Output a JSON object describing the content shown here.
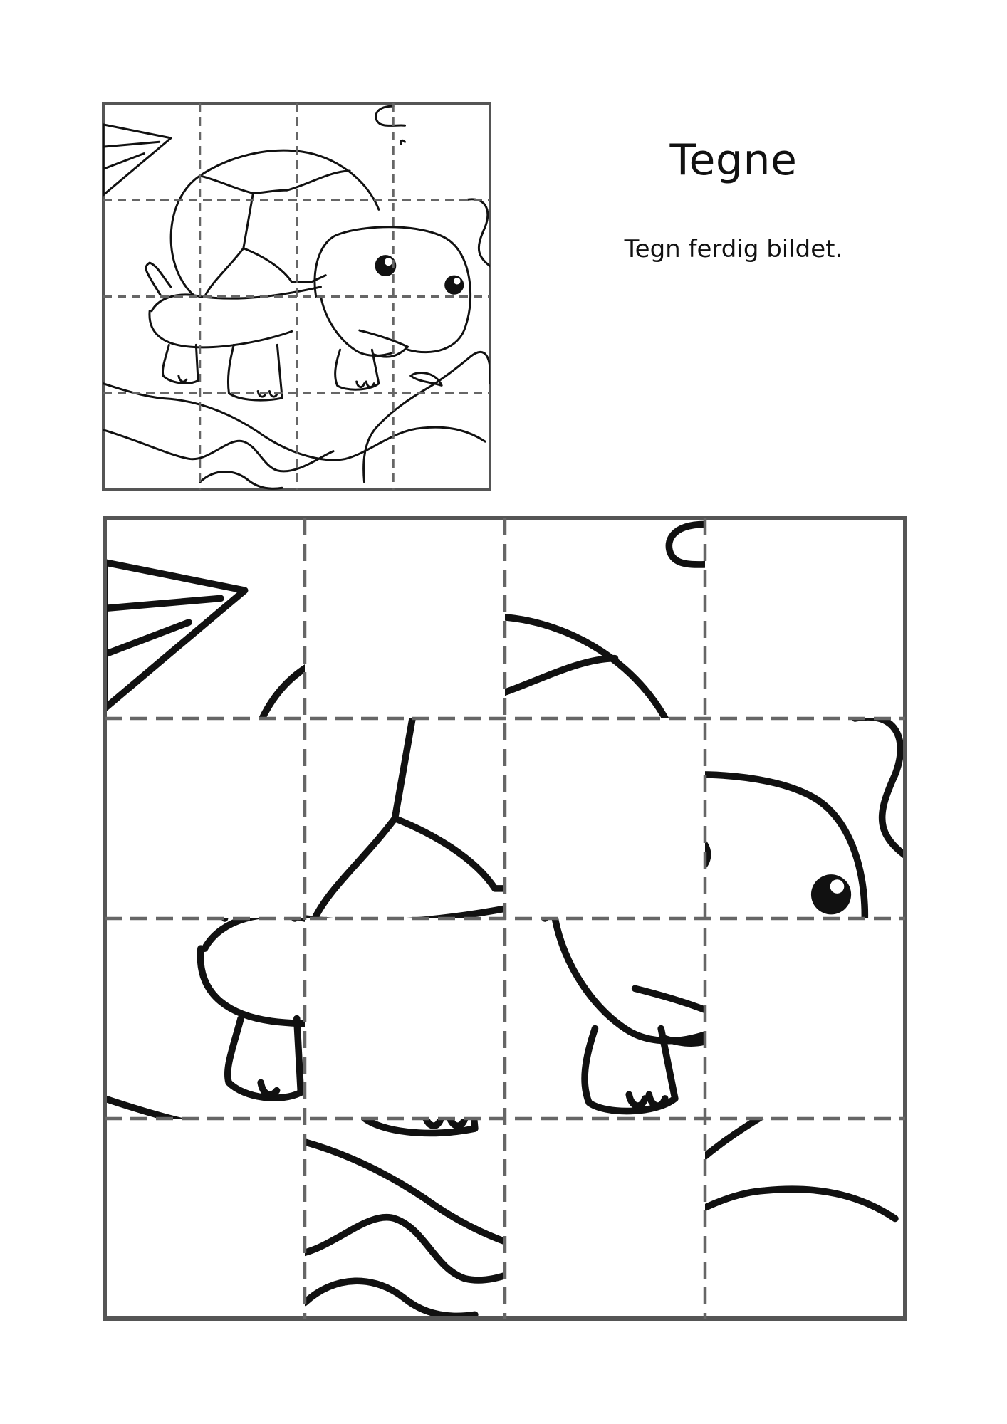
{
  "worksheet": {
    "title": "Tegne",
    "instruction": "Tegn ferdig bildet."
  },
  "reference_picture": {
    "subject": "turtle",
    "grid": {
      "rows": 4,
      "columns": 4
    }
  },
  "drawing_grid": {
    "grid": {
      "rows": 4,
      "columns": 4
    },
    "hidden_cells": 8
  }
}
